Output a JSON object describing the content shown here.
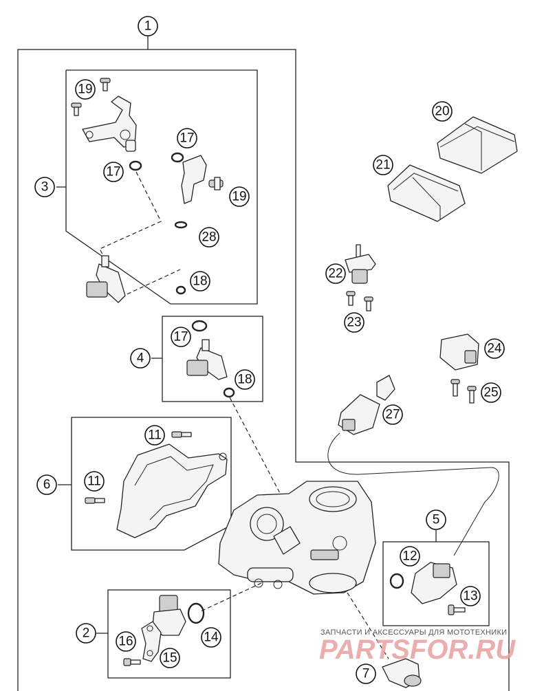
{
  "callouts": {
    "c1": "1",
    "c2": "2",
    "c3": "3",
    "c4": "4",
    "c5": "5",
    "c6": "6",
    "c7": "7",
    "c11a": "11",
    "c11b": "11",
    "c12": "12",
    "c13": "13",
    "c14": "14",
    "c15": "15",
    "c16": "16",
    "c17a": "17",
    "c17b": "17",
    "c17c": "17",
    "c18a": "18",
    "c18b": "18",
    "c19a": "19",
    "c19b": "19",
    "c20": "20",
    "c21": "21",
    "c22": "22",
    "c23": "23",
    "c24": "24",
    "c25": "25",
    "c27": "27",
    "c28": "28"
  },
  "watermark": {
    "subtitle": "ЗАПЧАСТИ И АКСЕССУАРЫ ДЛЯ МОТОТЕХНИКИ",
    "brand": "PARTSFOR.RU"
  }
}
